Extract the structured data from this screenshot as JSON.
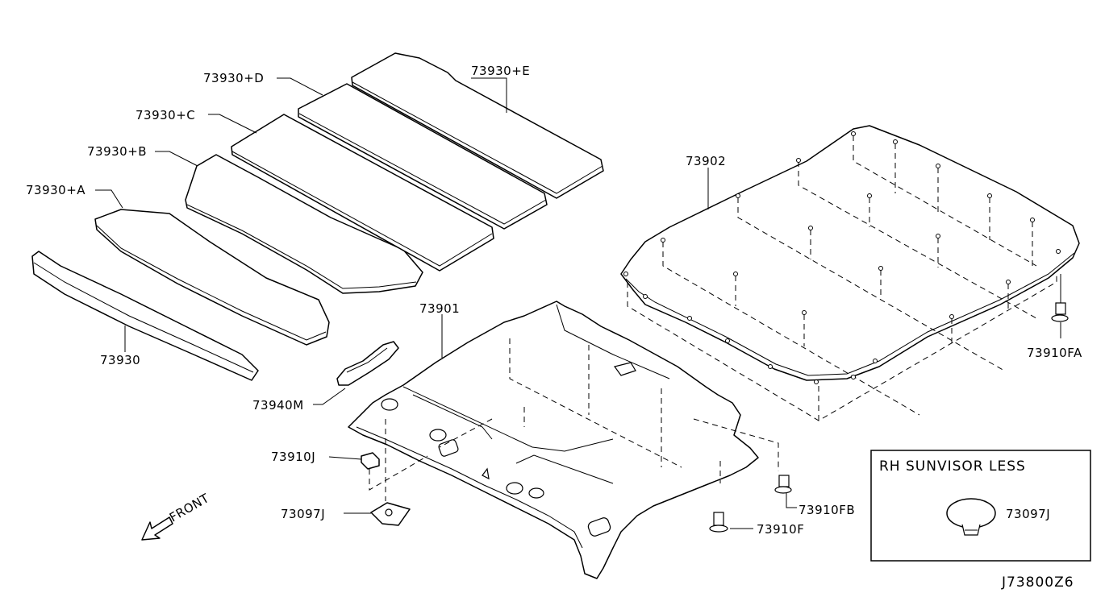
{
  "diagram": {
    "code": "J73800Z6",
    "front_label": "FRONT",
    "inset_title": "RH SUNVISOR LESS",
    "parts": {
      "p73930": "73930",
      "p73930A": "73930+A",
      "p73930B": "73930+B",
      "p73930C": "73930+C",
      "p73930D": "73930+D",
      "p73930E": "73930+E",
      "p73902": "73902",
      "p73901": "73901",
      "p73940M": "73940M",
      "p73910J": "73910J",
      "p73097J": "73097J",
      "p73910FA": "73910FA",
      "p73910FB": "73910FB",
      "p73910F": "73910F",
      "p73097J_inset": "73097J"
    }
  }
}
